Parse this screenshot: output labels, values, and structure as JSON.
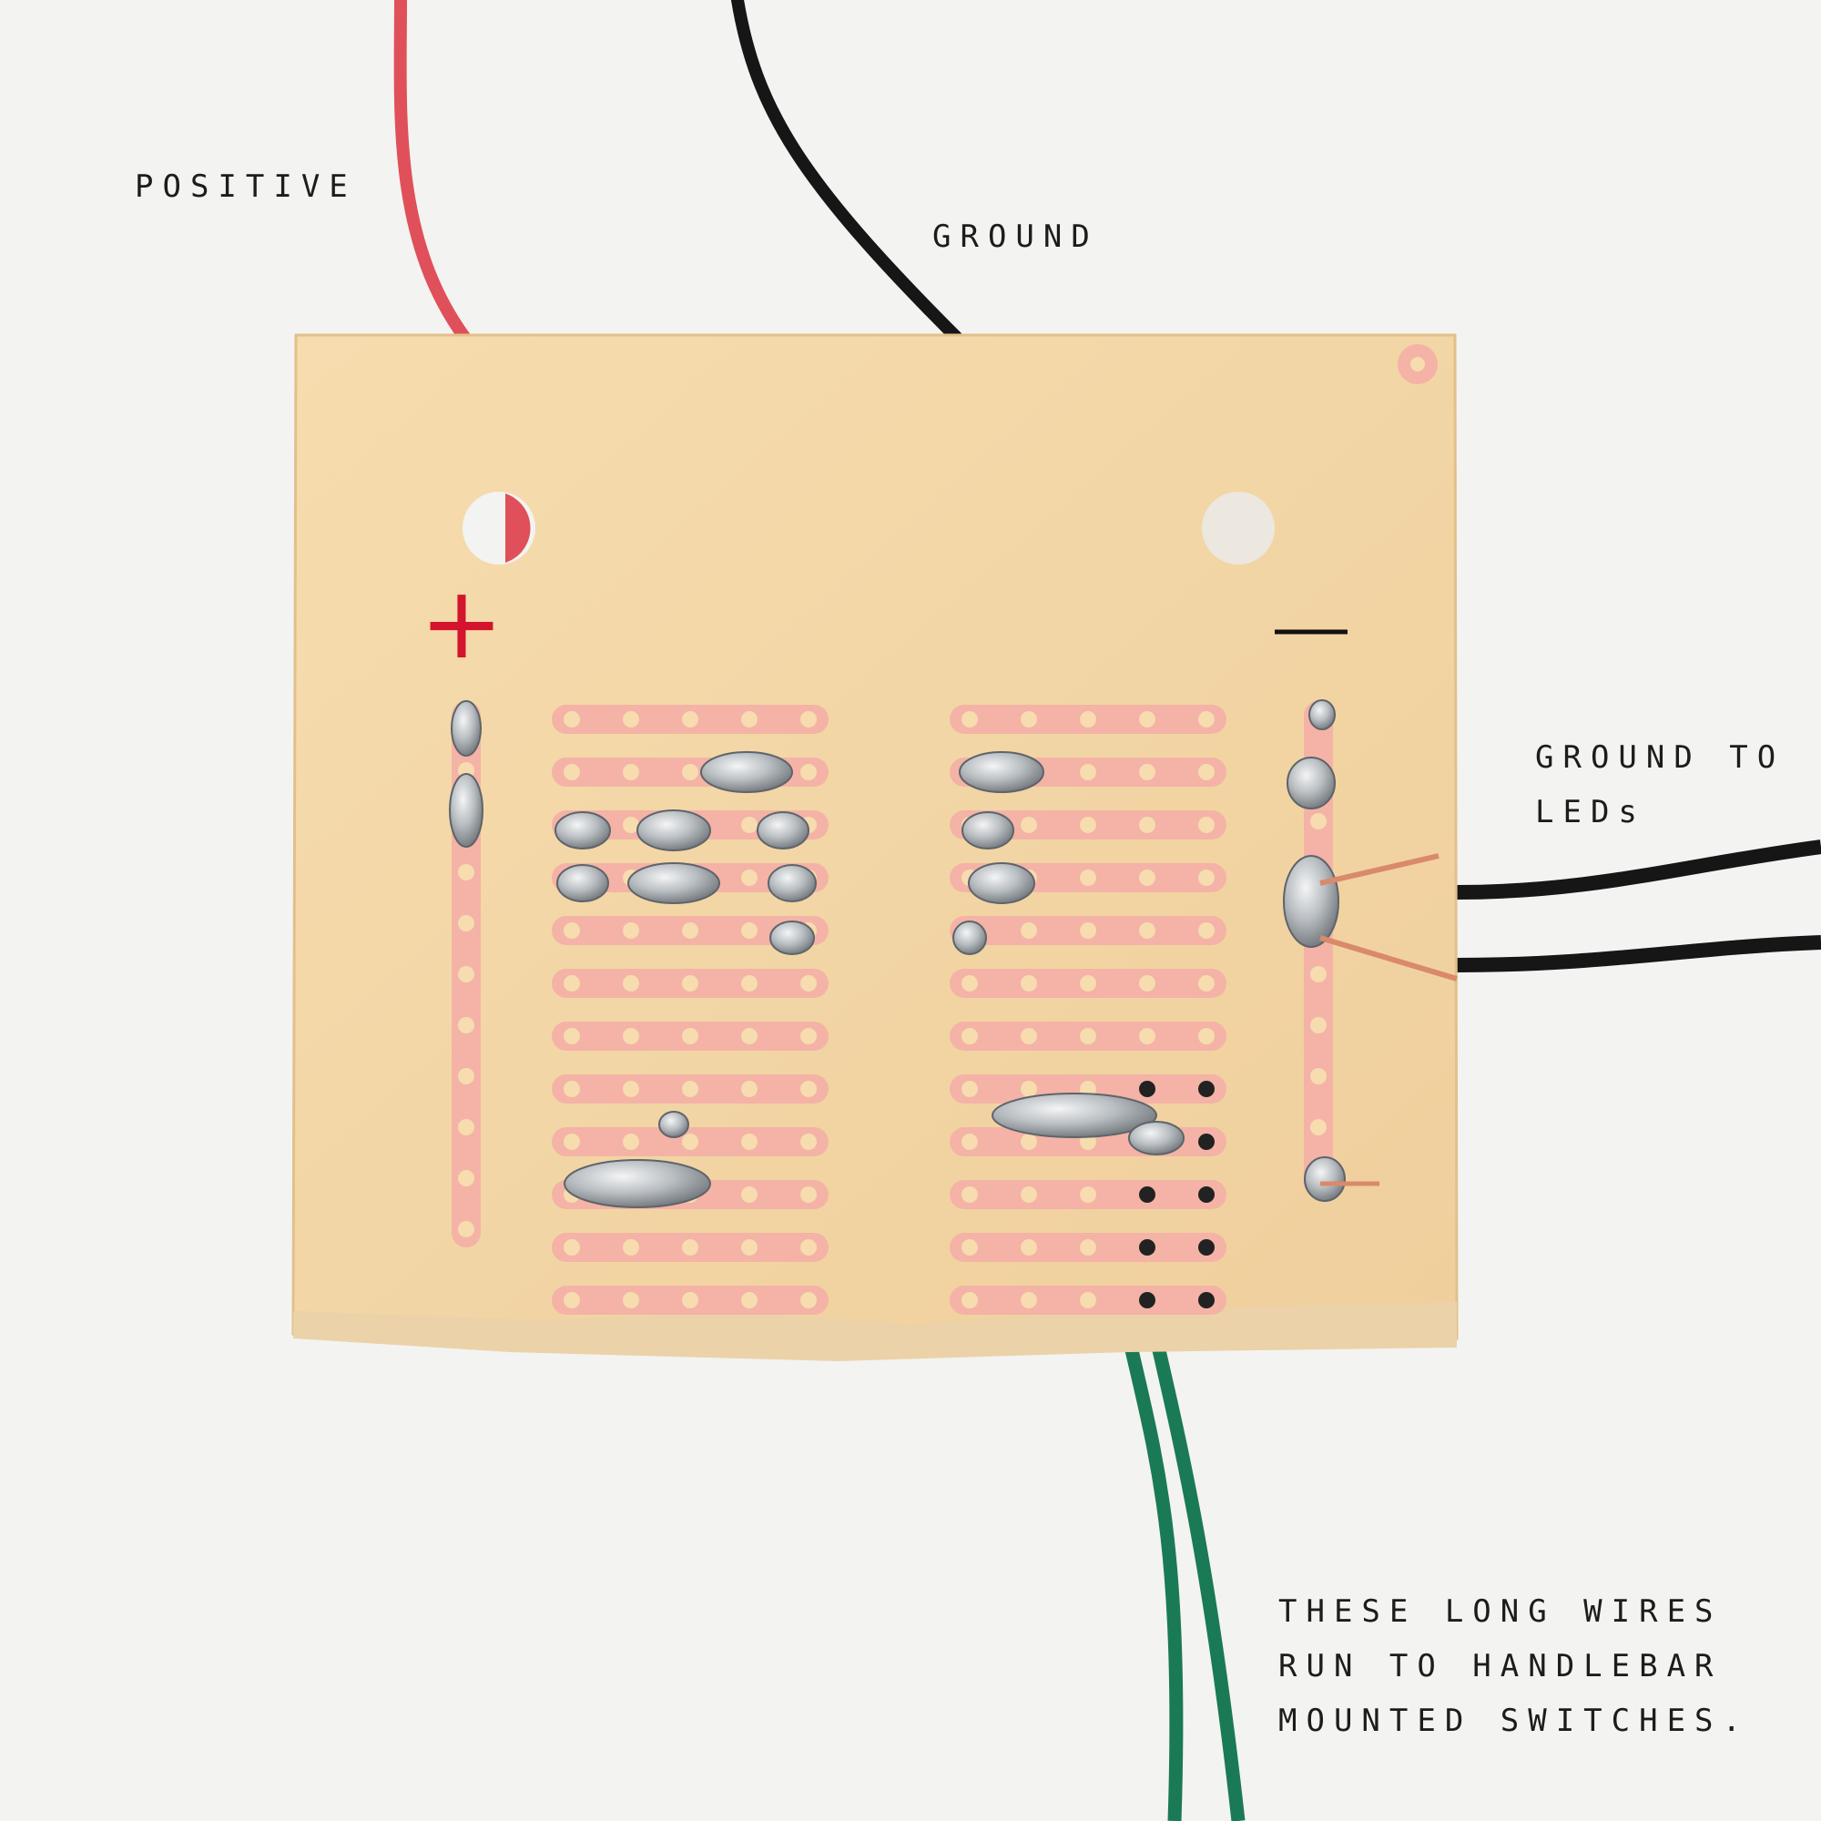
{
  "labels": {
    "positive": "POSITIVE",
    "ground": "GROUND",
    "ground_to_leds_line1": "GROUND TO",
    "ground_to_leds_line2": "LEDs",
    "long_wires_line1": "THESE LONG WIRES",
    "long_wires_line2": "RUN TO HANDLEBAR",
    "long_wires_line3": "MOUNTED SWITCHES."
  },
  "markings": {
    "plus_symbol": "+",
    "minus_symbol": "—"
  },
  "colors": {
    "background": "#f3f3f1",
    "board": "#f2d6a6",
    "copper_pad": "#f4b3a6",
    "solder": "#c9cdd0",
    "wire_positive": "#e0505a",
    "wire_ground": "#161616",
    "wire_switch": "#1a7a55",
    "plus_mark": "#d4142c"
  }
}
